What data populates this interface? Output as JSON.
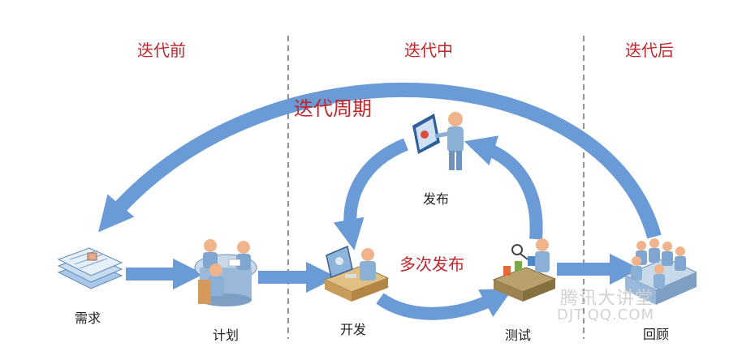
{
  "phases": {
    "before": "迭代前",
    "during": "迭代中",
    "after": "迭代后"
  },
  "cycle_label": "迭代周期",
  "multi_release_label": "多次发布",
  "nodes": {
    "requirements": "需求",
    "plan": "计划",
    "develop": "开发",
    "release": "发布",
    "test": "测试",
    "review": "回顾"
  },
  "watermark": {
    "line1": "腾讯大讲堂",
    "line2": "DJT.QQ.COM"
  },
  "colors": {
    "arrow": "#6a9bd6",
    "phase_text": "#c0272d",
    "divider": "#555555"
  }
}
